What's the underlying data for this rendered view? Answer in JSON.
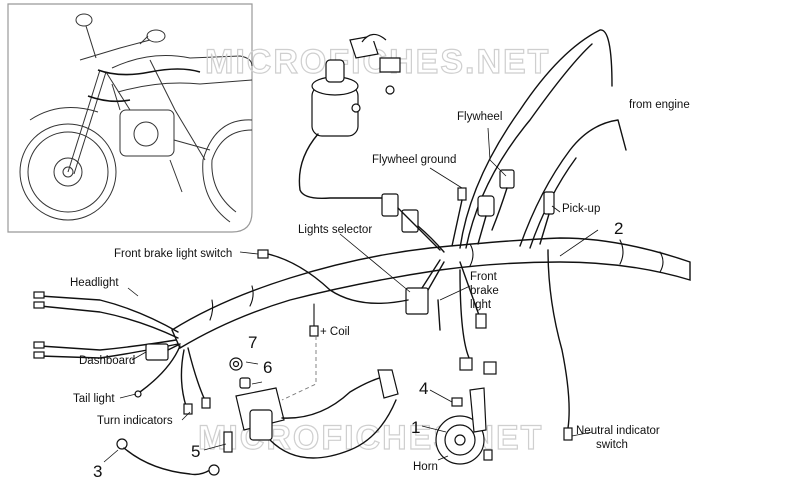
{
  "watermark": {
    "top": "MICROFICHES.NET",
    "bottom": "MICROFICHES.NET"
  },
  "labels": {
    "from_engine": "from engine",
    "flywheel": "Flywheel",
    "flywheel_ground": "Flywheel ground",
    "pick_up": "Pick-up",
    "lights_selector": "Lights selector",
    "front_brake_light_switch": "Front brake light switch",
    "front_brake_light_1": "Front",
    "front_brake_light_2": "brake",
    "front_brake_light_3": "light",
    "headlight": "Headlight",
    "coil": "+ Coil",
    "dashboard": "Dashboard",
    "tail_light": "Tail light",
    "turn_indicators": "Turn indicators",
    "neutral_indicator_1": "Neutral indicator",
    "neutral_indicator_2": "switch",
    "horn": "Horn"
  },
  "part_numbers": {
    "n1": "1",
    "n2": "2",
    "n3": "3",
    "n4": "4",
    "n5": "5",
    "n6": "6",
    "n7": "7"
  }
}
